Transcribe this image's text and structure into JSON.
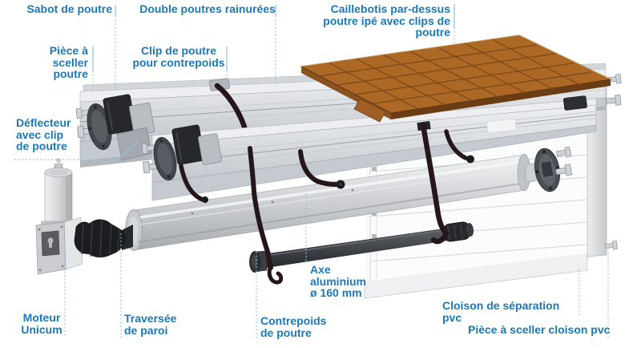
{
  "colors": {
    "label_blue": "#1b79b7",
    "leader_blue": "#8fc2e0",
    "wood_brown": "#ad6826",
    "wood_line": "#7a4819",
    "strap_dark": "#26161c",
    "background": "#ffffff"
  },
  "diagram": {
    "labels": {
      "sabot_de_poutre": "Sabot de poutre",
      "double_poutres": "Double poutres rainurées",
      "caillebotis": "Caillebotis par-dessus\npoutre ipé avec clips de poutre",
      "piece_sceller_poutre": "Pièce à sceller\npoutre",
      "clip_poutre_contrepoids": "Clip de poutre\npour contrepoids",
      "deflecteur": "Déflecteur\navec clip\nde poutre",
      "moteur_unicum": "Moteur\nUnicum",
      "traversee_de_paroi": "Traversée\nde paroi",
      "contrepoids_de_poutre": "Contrepoids\nde poutre",
      "axe_aluminium": "Axe\naluminium\nø 160 mm",
      "cloison_separation": "Cloison de séparation pvc",
      "piece_sceller_cloison": "Pièce à sceller cloison pvc"
    }
  }
}
